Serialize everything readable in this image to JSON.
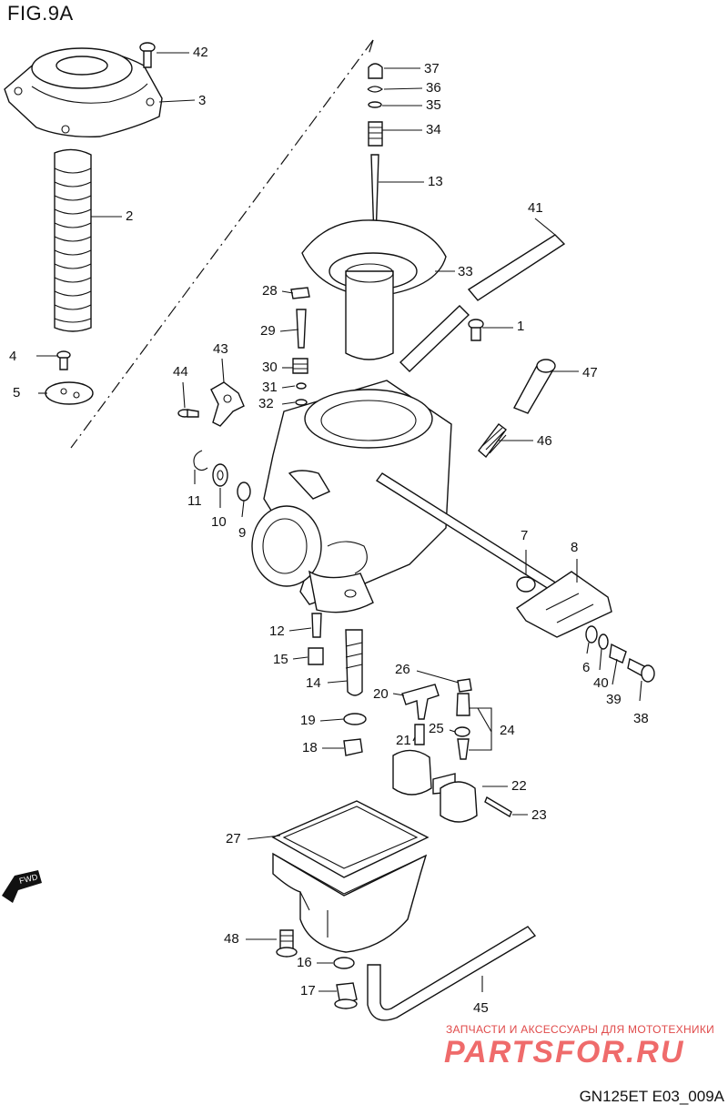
{
  "figure": {
    "title": "FIG.9A",
    "code": "GN125ET E03_009A"
  },
  "watermark": {
    "subtitle": "ЗАПЧАСТИ И АКСЕССУАРЫ ДЛЯ МОТОТЕХНИКИ",
    "brand": "PARTSFOR.RU"
  },
  "fwd_label": "FWD",
  "callouts": [
    "42",
    "3",
    "2",
    "4",
    "5",
    "37",
    "36",
    "35",
    "34",
    "13",
    "41",
    "33",
    "28",
    "1",
    "29",
    "43",
    "44",
    "30",
    "47",
    "31",
    "32",
    "46",
    "11",
    "10",
    "9",
    "7",
    "8",
    "12",
    "15",
    "14",
    "26",
    "20",
    "6",
    "40",
    "39",
    "38",
    "19",
    "25",
    "24",
    "21",
    "18",
    "22",
    "23",
    "27",
    "48",
    "16",
    "17",
    "45"
  ]
}
